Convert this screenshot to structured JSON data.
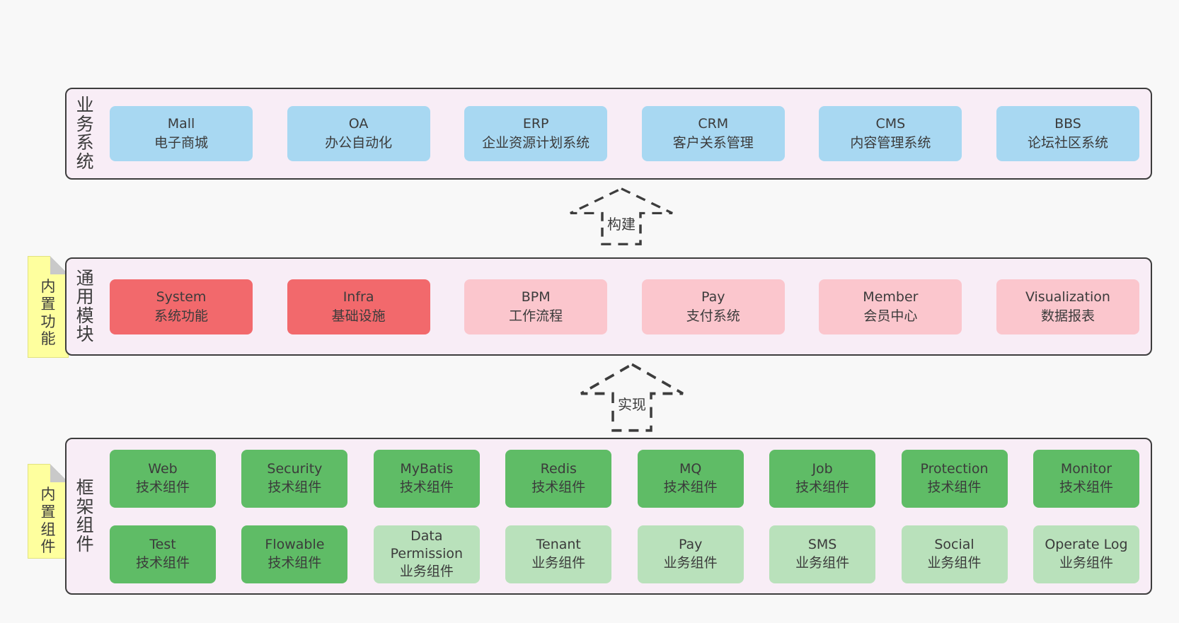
{
  "colors": {
    "page-bg": "#f8f8f8",
    "panel-bg": "#f8edf6",
    "panel-border": "#3d3d3d",
    "ink": "#3b3b3b",
    "box-blue": "#a8d8f2",
    "box-red": "#f2696c",
    "box-pink": "#fbc6cd",
    "box-green": "#5fbc66",
    "box-green-light": "#b9e1bb",
    "sticky-bg": "#feff9e",
    "sticky-fold": "#c9c9c9"
  },
  "stickies": [
    {
      "label": "内置功能"
    },
    {
      "label": "内置组件"
    }
  ],
  "arrows": [
    {
      "label": "构建"
    },
    {
      "label": "实现"
    }
  ],
  "layers": [
    {
      "label": "业务系统",
      "boxes": [
        {
          "title": "Mall",
          "subtitle": "电子商城",
          "type": "blue"
        },
        {
          "title": "OA",
          "subtitle": "办公自动化",
          "type": "blue"
        },
        {
          "title": "ERP",
          "subtitle": "企业资源计划系统",
          "type": "blue"
        },
        {
          "title": "CRM",
          "subtitle": "客户关系管理",
          "type": "blue"
        },
        {
          "title": "CMS",
          "subtitle": "内容管理系统",
          "type": "blue"
        },
        {
          "title": "BBS",
          "subtitle": "论坛社区系统",
          "type": "blue"
        }
      ]
    },
    {
      "label": "通用模块",
      "boxes": [
        {
          "title": "System",
          "subtitle": "系统功能",
          "type": "red"
        },
        {
          "title": "Infra",
          "subtitle": "基础设施",
          "type": "red"
        },
        {
          "title": "BPM",
          "subtitle": "工作流程",
          "type": "pink"
        },
        {
          "title": "Pay",
          "subtitle": "支付系统",
          "type": "pink"
        },
        {
          "title": "Member",
          "subtitle": "会员中心",
          "type": "pink"
        },
        {
          "title": "Visualization",
          "subtitle": "数据报表",
          "type": "pink"
        }
      ]
    },
    {
      "label": "框架组件",
      "rows": [
        [
          {
            "title": "Web",
            "subtitle": "技术组件",
            "type": "green"
          },
          {
            "title": "Security",
            "subtitle": "技术组件",
            "type": "green"
          },
          {
            "title": "MyBatis",
            "subtitle": "技术组件",
            "type": "green"
          },
          {
            "title": "Redis",
            "subtitle": "技术组件",
            "type": "green"
          },
          {
            "title": "MQ",
            "subtitle": "技术组件",
            "type": "green"
          },
          {
            "title": "Job",
            "subtitle": "技术组件",
            "type": "green"
          },
          {
            "title": "Protection",
            "subtitle": "技术组件",
            "type": "green"
          },
          {
            "title": "Monitor",
            "subtitle": "技术组件",
            "type": "green"
          }
        ],
        [
          {
            "title": "Test",
            "subtitle": "技术组件",
            "type": "green"
          },
          {
            "title": "Flowable",
            "subtitle": "技术组件",
            "type": "green"
          },
          {
            "title": "Data Permission",
            "subtitle": "业务组件",
            "type": "green-light"
          },
          {
            "title": "Tenant",
            "subtitle": "业务组件",
            "type": "green-light"
          },
          {
            "title": "Pay",
            "subtitle": "业务组件",
            "type": "green-light"
          },
          {
            "title": "SMS",
            "subtitle": "业务组件",
            "type": "green-light"
          },
          {
            "title": "Social",
            "subtitle": "业务组件",
            "type": "green-light"
          },
          {
            "title": "Operate Log",
            "subtitle": "业务组件",
            "type": "green-light"
          }
        ]
      ]
    }
  ]
}
